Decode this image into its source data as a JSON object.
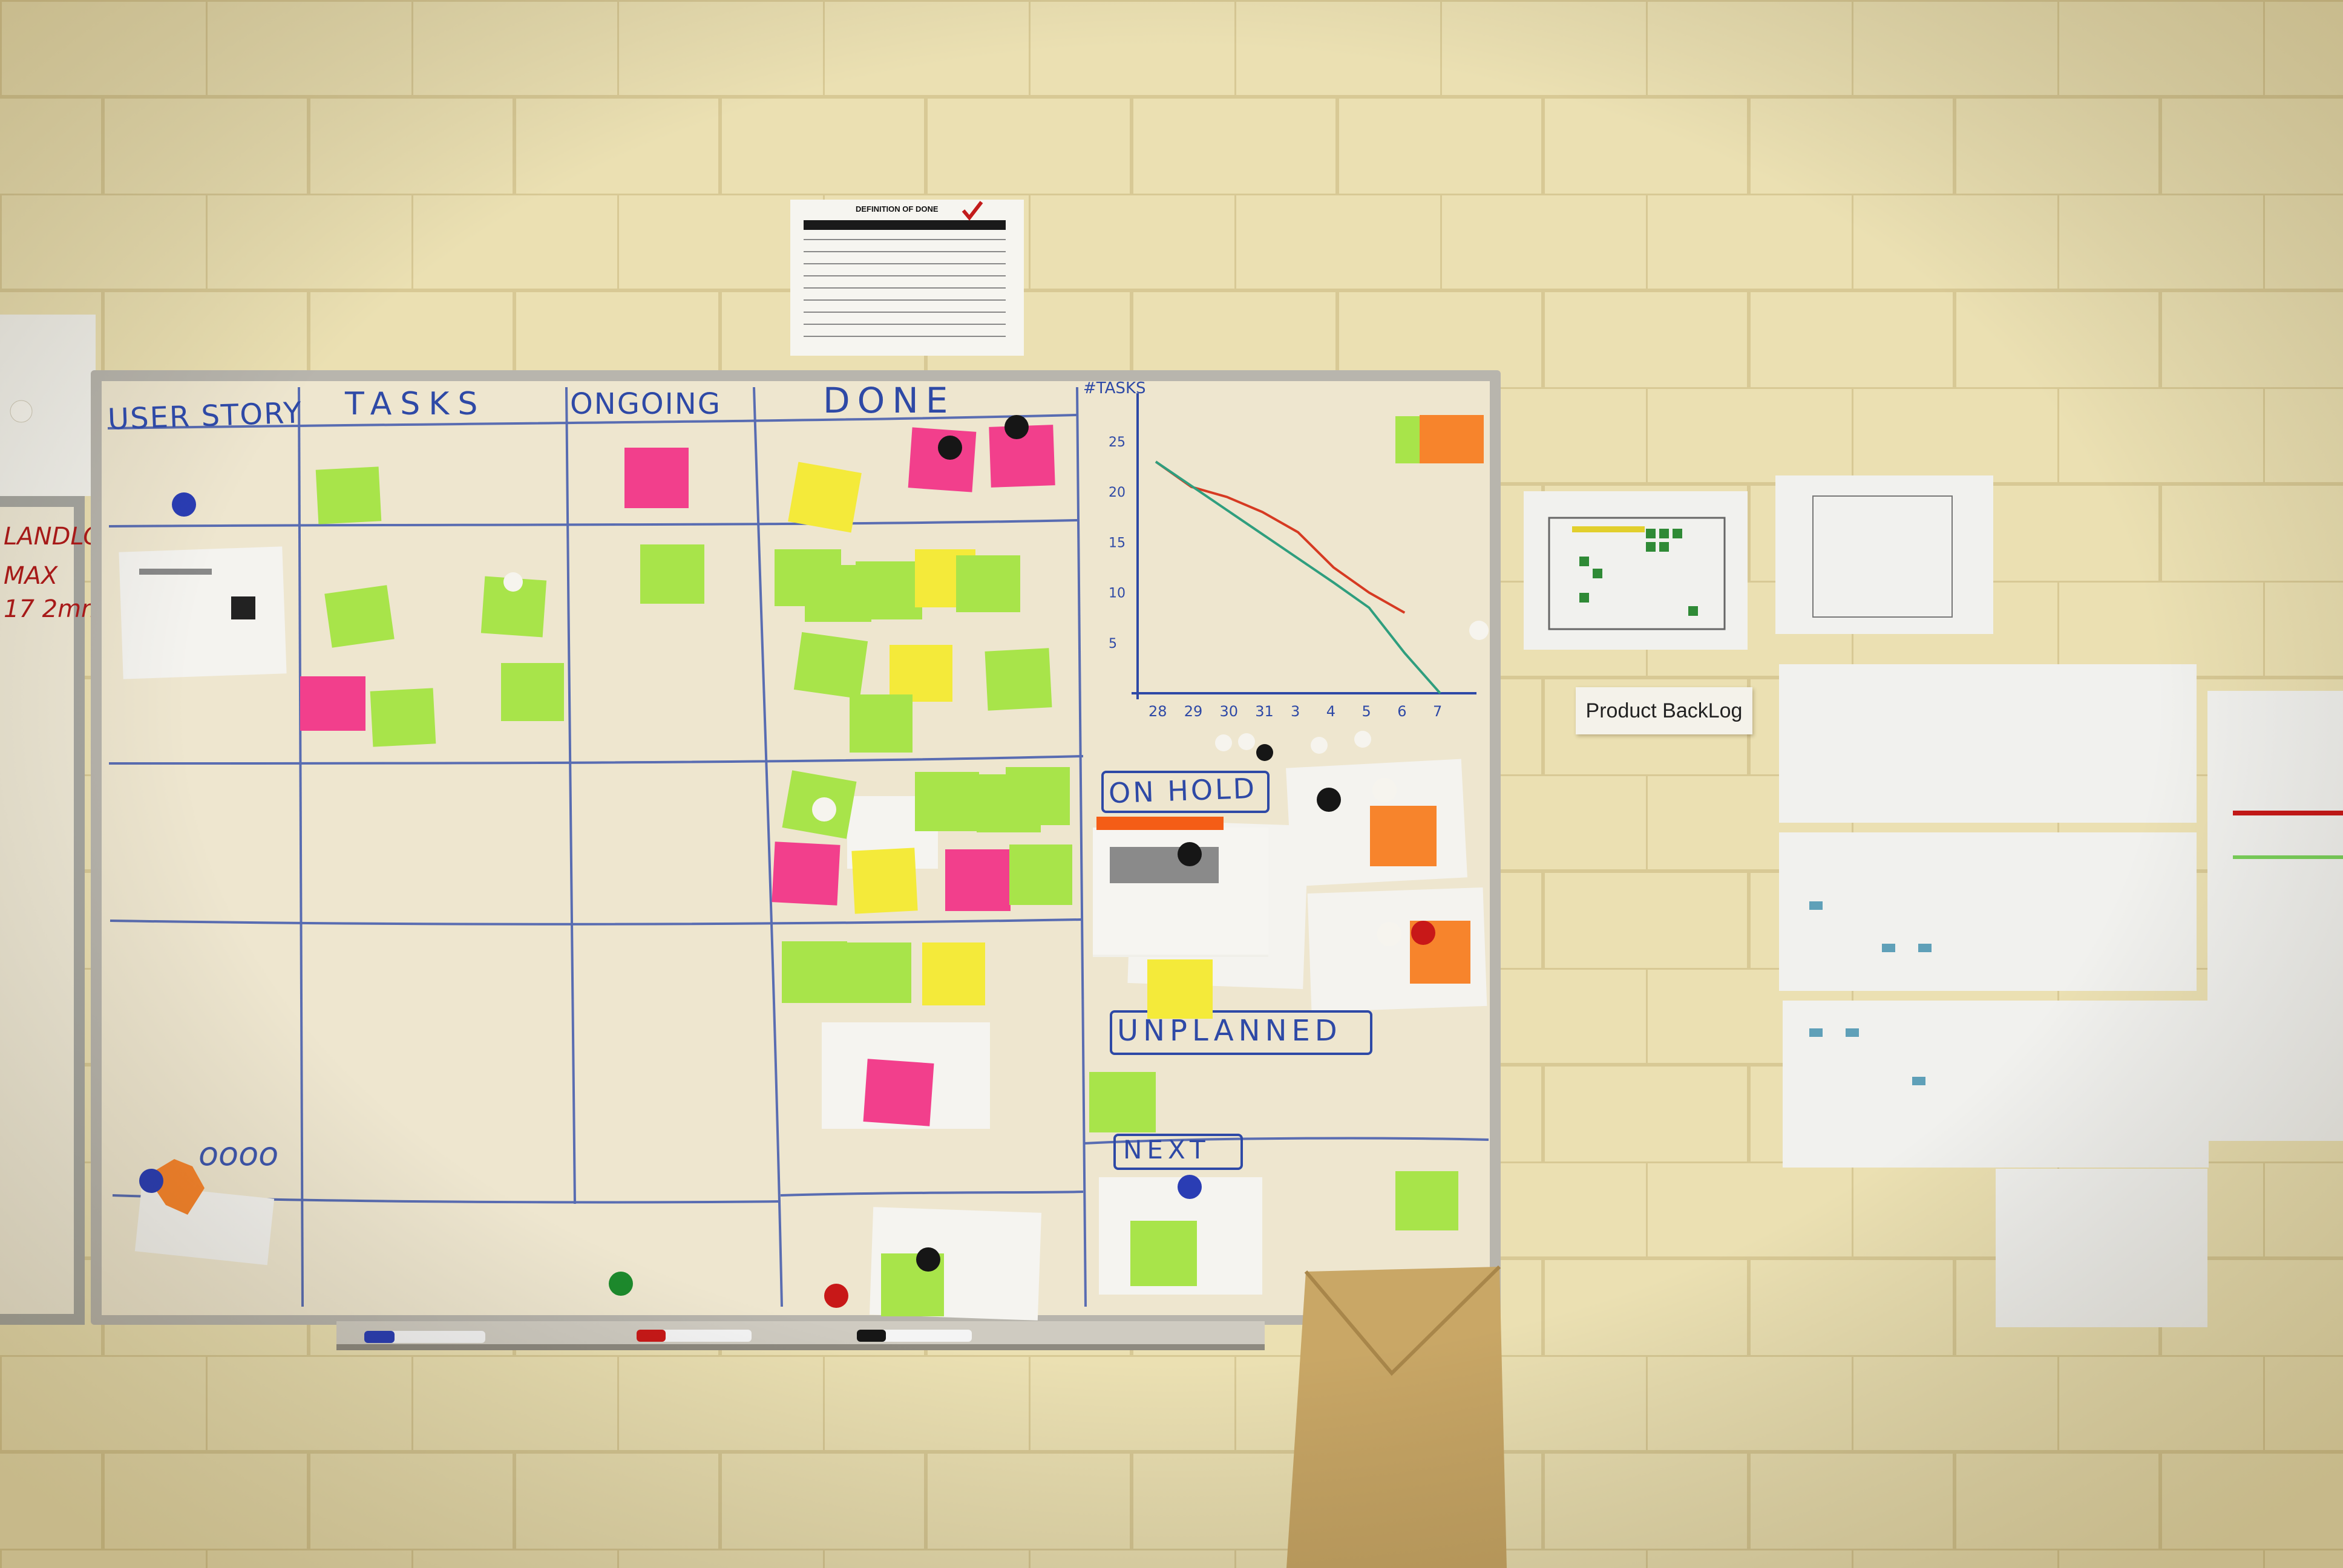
{
  "board": {
    "columns": [
      "USER STORY",
      "TASKS",
      "ONGOING",
      "DONE"
    ],
    "sections": [
      "ON HOLD",
      "UNPLANNED",
      "NEXT"
    ]
  },
  "dod_sheet": {
    "title": "DEFINITION OF DONE"
  },
  "product_backlog_label": "Product BackLog",
  "chart_data": {
    "type": "line",
    "title": "",
    "xlabel": "",
    "ylabel": "#TASKS",
    "categories": [
      "28",
      "29",
      "30",
      "31",
      "3",
      "4",
      "5",
      "6",
      "7"
    ],
    "yticks": [
      5,
      10,
      15,
      20,
      25
    ],
    "ylim": [
      0,
      28
    ],
    "series": [
      {
        "color": "#d63a22",
        "values": [
          23,
          20.5,
          19.5,
          18,
          16,
          12.5,
          10,
          8,
          null
        ]
      },
      {
        "color": "#2f9e7e",
        "values": [
          23,
          20.6,
          18.2,
          15.8,
          13.4,
          11,
          8.5,
          4,
          0
        ]
      }
    ],
    "grid": false,
    "legend": "none"
  },
  "colors": {
    "wall": "#e9dcae",
    "board": "#eee6cf",
    "marker_blue": "#2e49a6",
    "note_green": "#a8e44a",
    "note_pink": "#f23f8c",
    "note_yellow": "#f4ea3a",
    "note_orange": "#f7842c"
  }
}
